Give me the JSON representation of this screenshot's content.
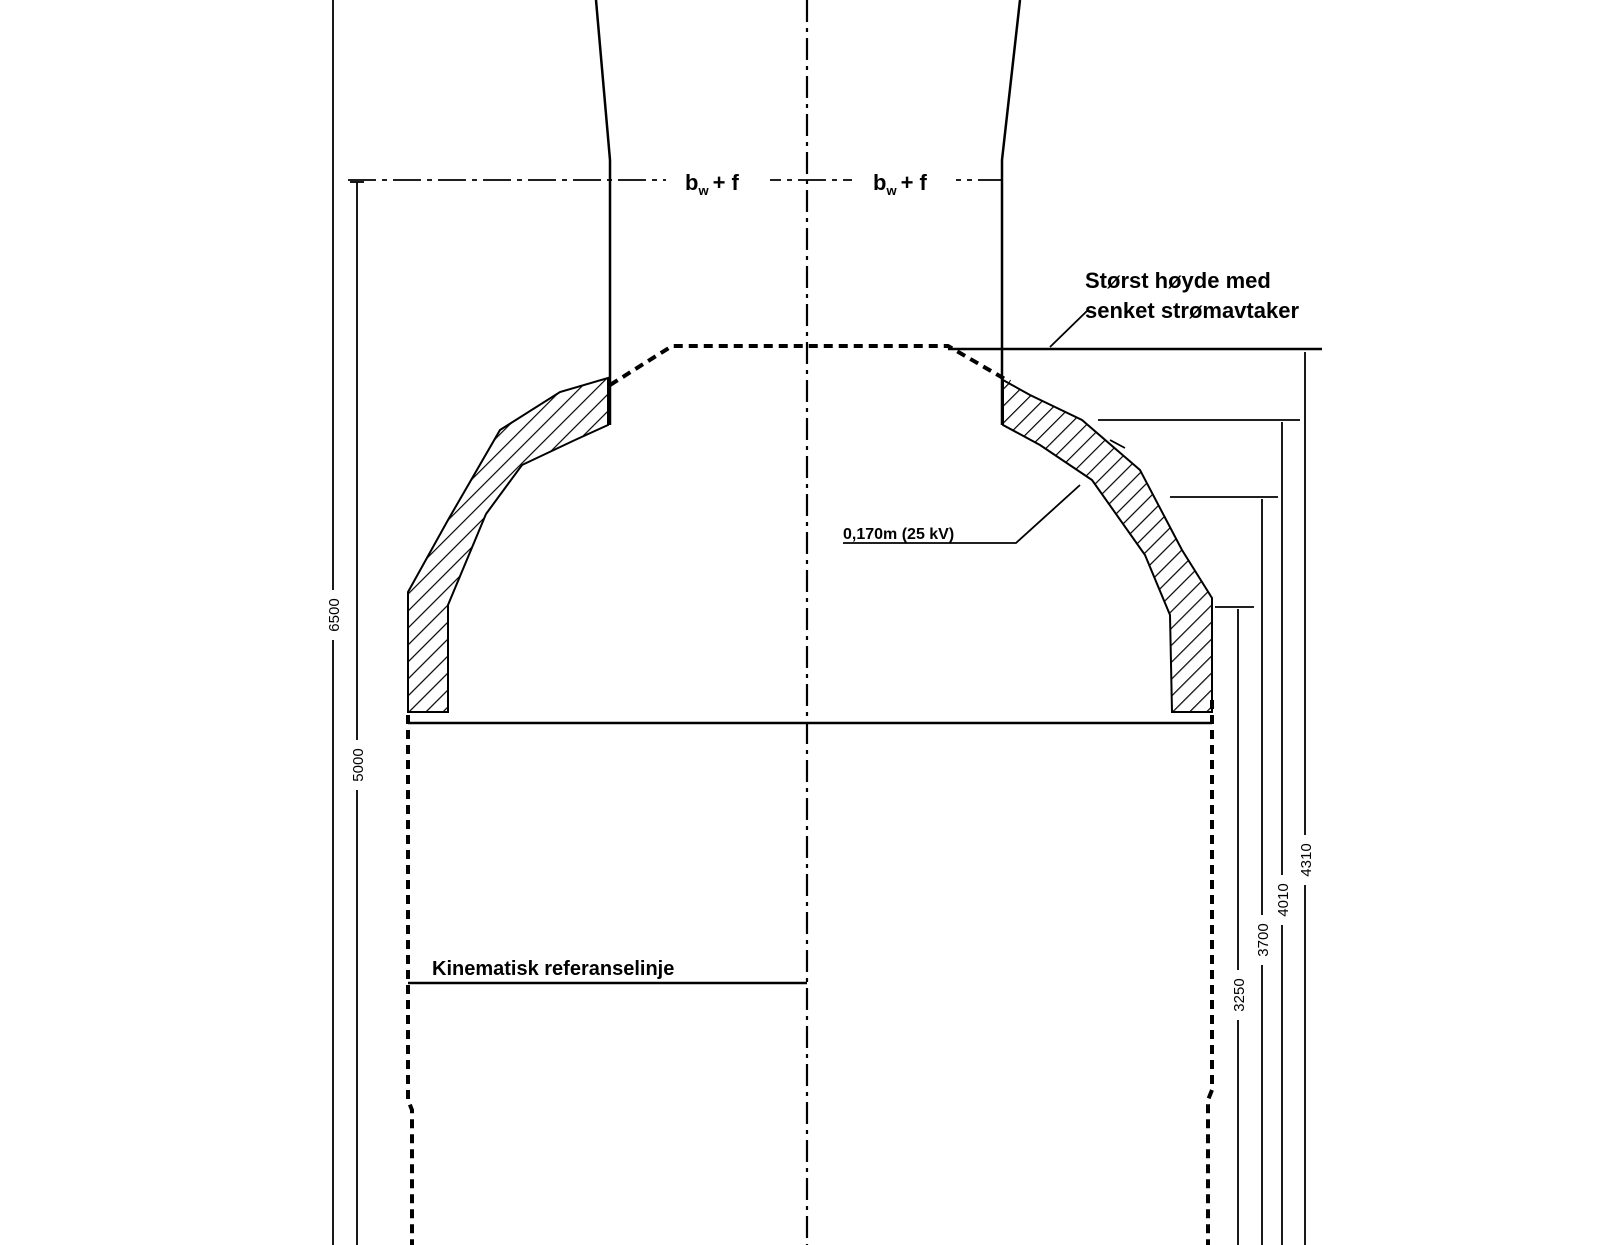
{
  "labels": {
    "max_height_line1": "Størst høyde med",
    "max_height_line2": "senket strømavtaker",
    "reference_line": "Kinematisk referanselinje",
    "clearance": "0,170m (25 kV)",
    "bw_left_main": "b",
    "bw_left_sub": "w",
    "bw_left_tail": "+ f",
    "bw_right_main": "b",
    "bw_right_sub": "w",
    "bw_right_tail": "+ f"
  },
  "dimensions": {
    "d6500": "6500",
    "d5000": "5000",
    "d4310": "4310",
    "d4010": "4010",
    "d3700": "3700",
    "d3250": "3250"
  },
  "colors": {
    "ink": "#000000",
    "paper": "#ffffff"
  }
}
